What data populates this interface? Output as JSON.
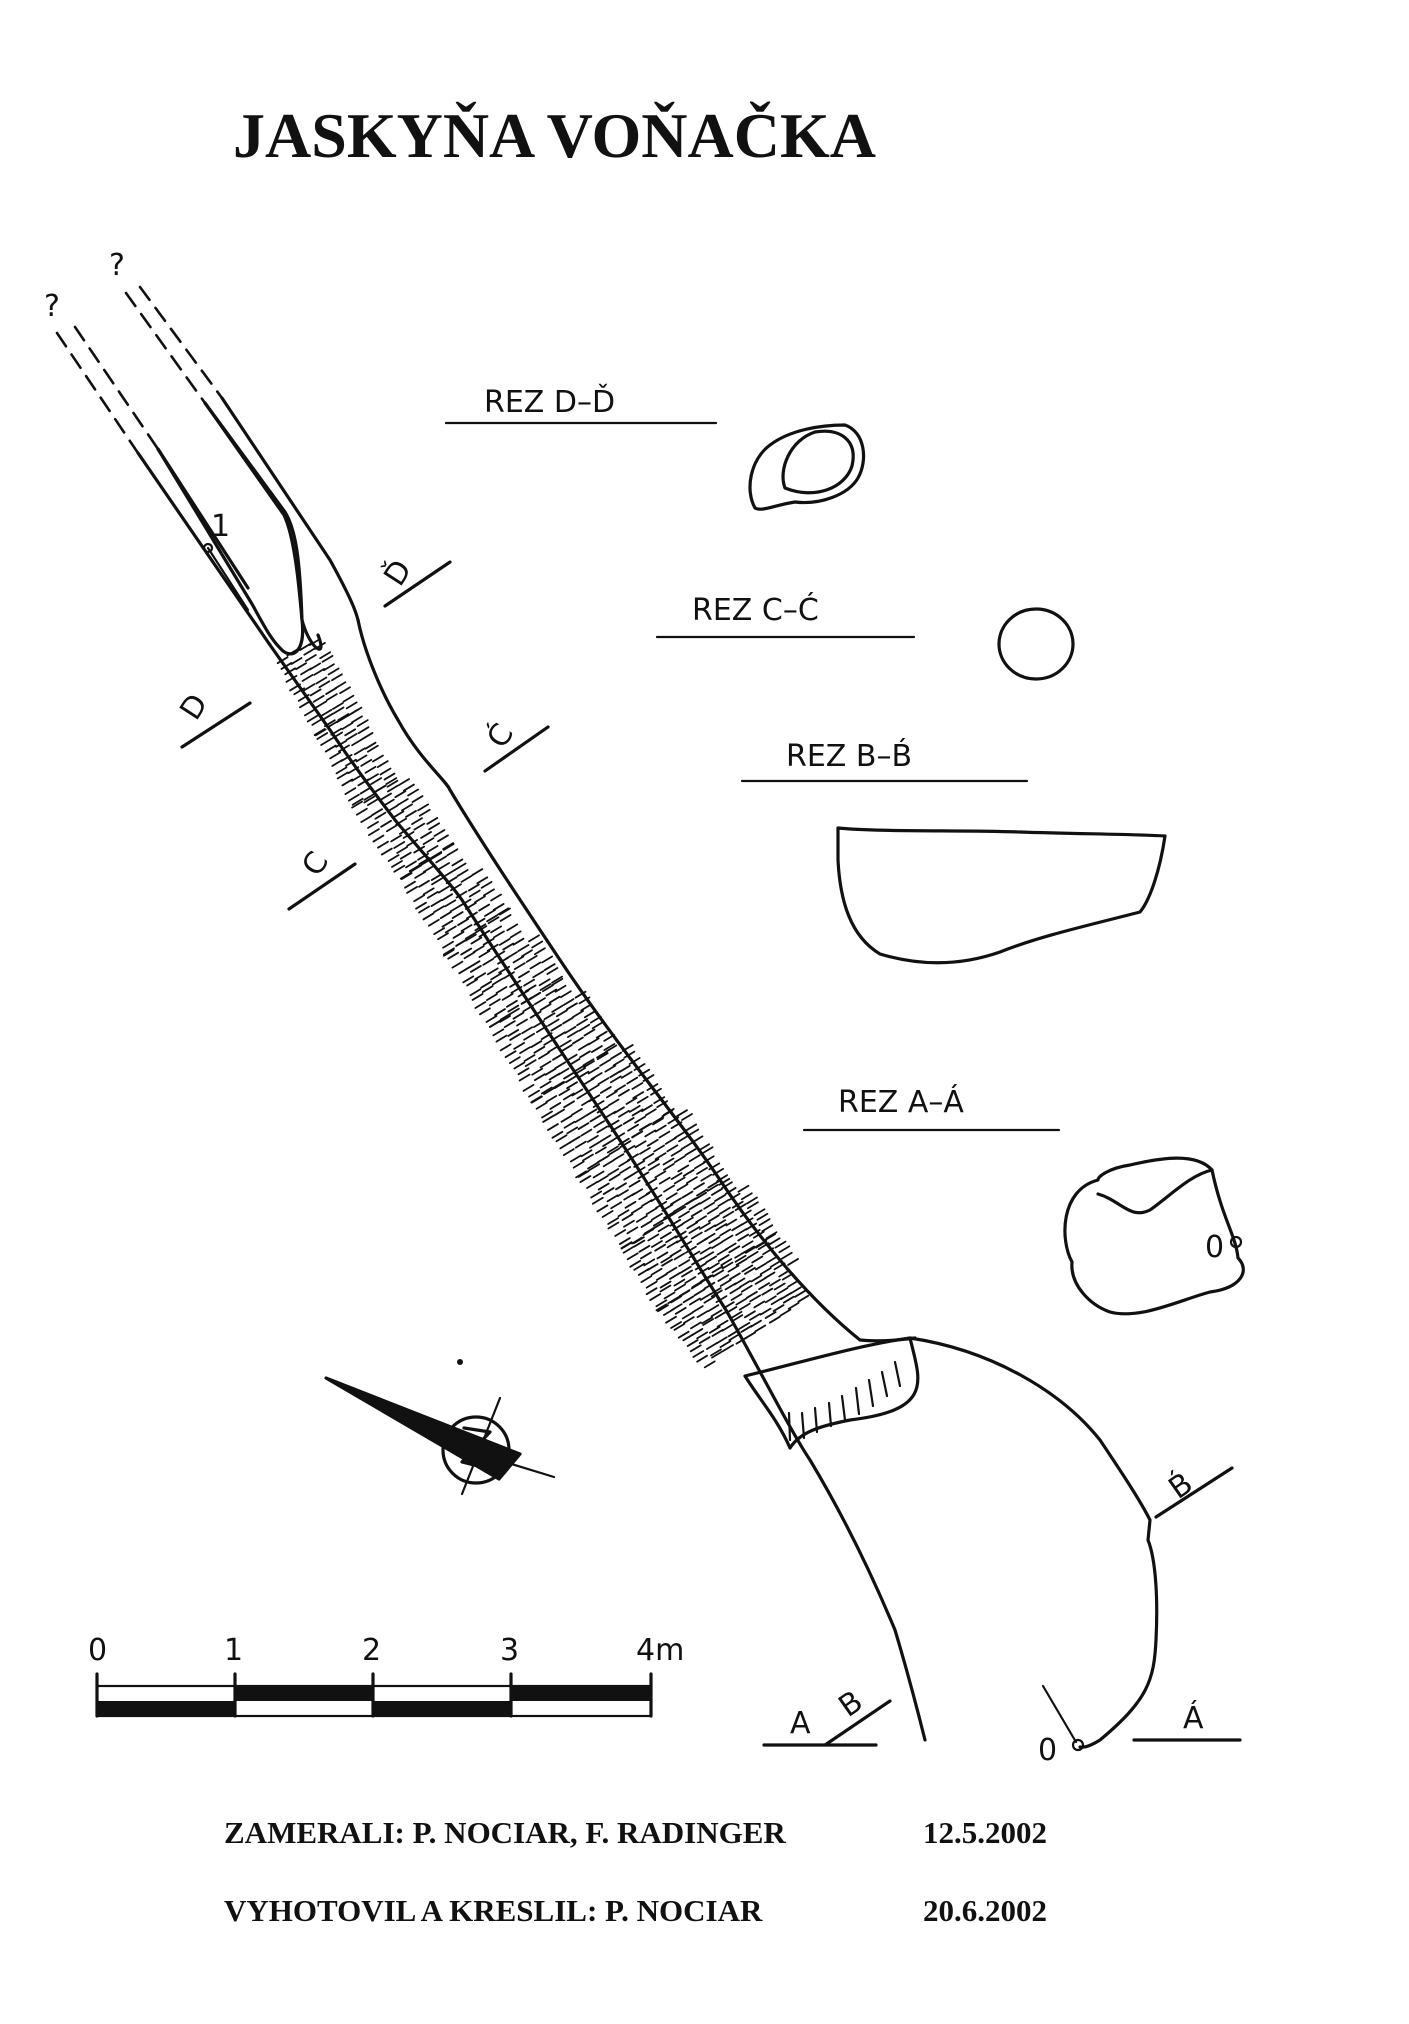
{
  "title": "JASKYŇA VOŇAČKA",
  "question_marks": [
    "?",
    "?"
  ],
  "sections": [
    {
      "id": "D",
      "label": "REZ D–Ď"
    },
    {
      "id": "C",
      "label": "REZ C–Ć"
    },
    {
      "id": "B",
      "label": "REZ B–B́"
    },
    {
      "id": "A",
      "label": "REZ A–Á"
    }
  ],
  "section_markers": {
    "d": "D",
    "d_prime": "Ď",
    "c": "C",
    "c_prime": "Ć",
    "b": "B",
    "b_prime": "B́",
    "a": "A",
    "a_prime": "Á"
  },
  "survey_points": {
    "point_1": "1",
    "point_0": "0",
    "point_0_section": "0"
  },
  "scale": {
    "labels": [
      "0",
      "1",
      "2",
      "3",
      "4m"
    ]
  },
  "credits": {
    "surveyed_by": "ZAMERALI:  P. NOCIAR,  F. RADINGER",
    "surveyed_date": "12.5.2002",
    "drawn_by": "VYHOTOVIL A KRESLIL:  P. NOCIAR",
    "drawn_date": "20.6.2002"
  },
  "colors": {
    "ink": "#111111",
    "paper": "#ffffff"
  }
}
